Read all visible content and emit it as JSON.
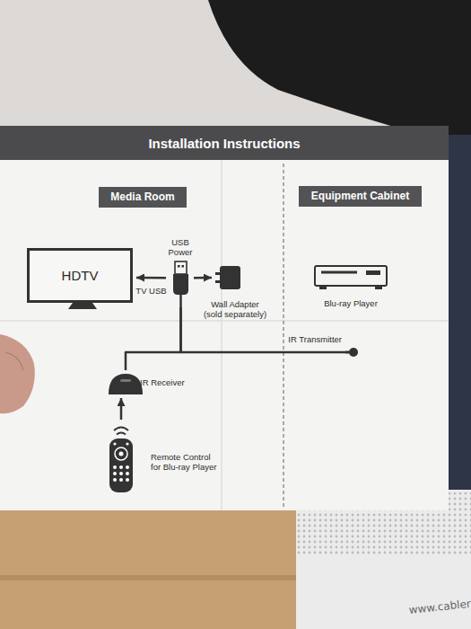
{
  "diagram": {
    "title": "Installation Instructions",
    "nodes": [
      {
        "text": [
          "Media Room"
        ]
      },
      {
        "text": [
          "Equipment Cabinet"
        ]
      },
      {
        "text": [
          "HDTV"
        ]
      },
      {
        "text": [
          "USB Power"
        ]
      },
      {
        "text": [
          "Wall Adapter",
          "(sold separately)"
        ]
      },
      {
        "text": [
          "Blu-ray Player"
        ]
      },
      {
        "text": [
          "IR Transmitter"
        ]
      },
      {
        "text": [
          "IR Receiver"
        ]
      },
      {
        "text": [
          "Remote Control for Blu-ray Player"
        ]
      }
    ],
    "edges": [
      {
        "from": 3,
        "to": 2,
        "arrow": "to",
        "label": "TV USB"
      },
      {
        "from": 3,
        "to": 4,
        "arrow": "to"
      },
      {
        "from": 3,
        "to": 7,
        "arrow": "none"
      },
      {
        "from": 3,
        "to": 6,
        "arrow": "none"
      },
      {
        "from": 8,
        "to": 7,
        "arrow": "to"
      }
    ],
    "labels": [
      "www.cabler"
    ]
  }
}
